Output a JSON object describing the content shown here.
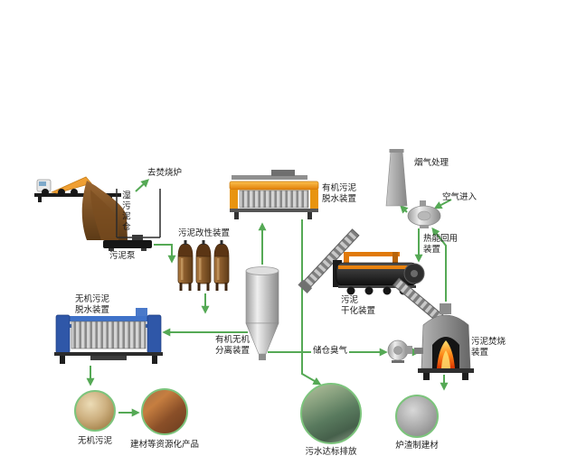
{
  "labels": {
    "to_incinerator": "去焚烧炉",
    "wet_sludge_silo": "湿污泥仓",
    "sludge_pump": "污泥泵",
    "sludge_modification": "污泥改性装置",
    "inorganic_dewatering": "无机污泥\n脱水装置",
    "separation": "有机无机\n分离装置",
    "organic_dewatering": "有机污泥\n脱水装置",
    "flue_gas_treatment": "烟气处理",
    "air_inlet": "空气进入",
    "heat_recovery": "热能回用\n装置",
    "sludge_drying": "污泥\n干化装置",
    "silo_odor": "储仓臭气",
    "sludge_incineration": "污泥焚烧\n装置",
    "inorganic_sludge": "无机污泥",
    "resource_products": "建材等资源化产品",
    "wastewater_discharge": "污水达标排放",
    "slag_building_material": "炉渣制建材"
  },
  "colors": {
    "arrow_green": "#55a955",
    "press_orange": "#f0941e",
    "press_blue": "#2f57a8",
    "tank_brown": "#8a5c2c",
    "flame_orange": "#ff8c1a",
    "steel_grey": "#c0c0c0"
  }
}
